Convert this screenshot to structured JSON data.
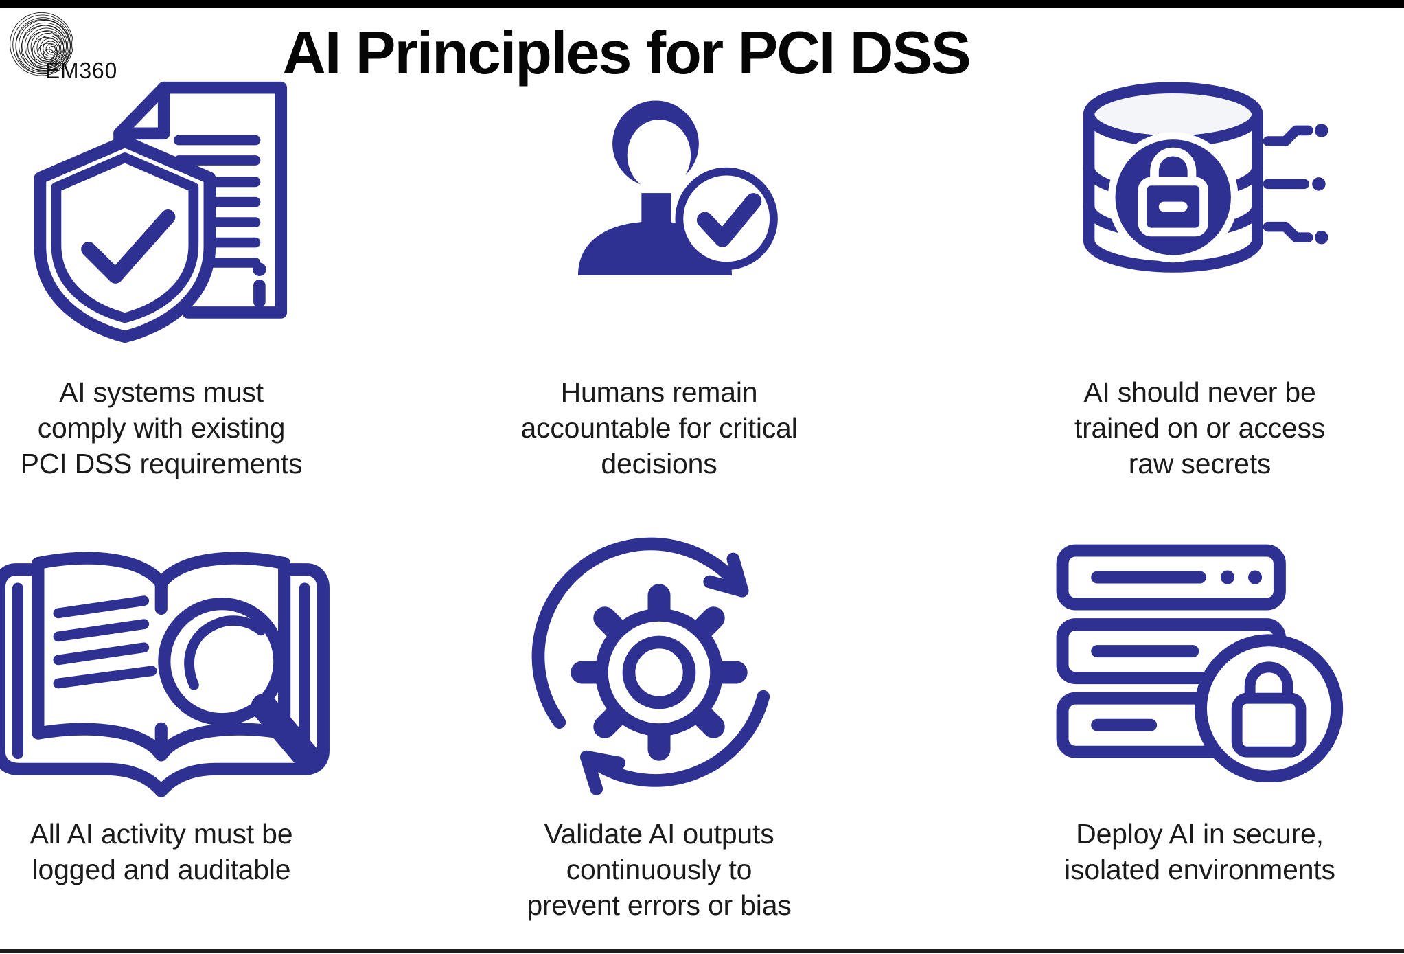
{
  "header": {
    "logo_text": "EM360",
    "title": "AI Principles for PCI DSS"
  },
  "colors": {
    "accent": "#2E3192",
    "text": "#1B1B1B",
    "top_bar": "#000000",
    "bottom_rule": "#1C1C1C",
    "db_fill": "#F4F5F8"
  },
  "panels": [
    {
      "icon": "shield-document-icon",
      "caption": "AI systems must\ncomply with existing\nPCI DSS requirements"
    },
    {
      "icon": "person-check-icon",
      "caption": "Humans remain\naccountable for critical\ndecisions"
    },
    {
      "icon": "database-lock-icon",
      "caption": "AI should never be\ntrained on or access\nraw secrets"
    },
    {
      "icon": "book-magnifier-icon",
      "caption": "All AI activity must be\nlogged and auditable"
    },
    {
      "icon": "gear-cycle-icon",
      "caption": "Validate AI outputs\ncontinuously to\nprevent errors or bias"
    },
    {
      "icon": "server-lock-icon",
      "caption": "Deploy AI in secure,\nisolated environments"
    }
  ]
}
